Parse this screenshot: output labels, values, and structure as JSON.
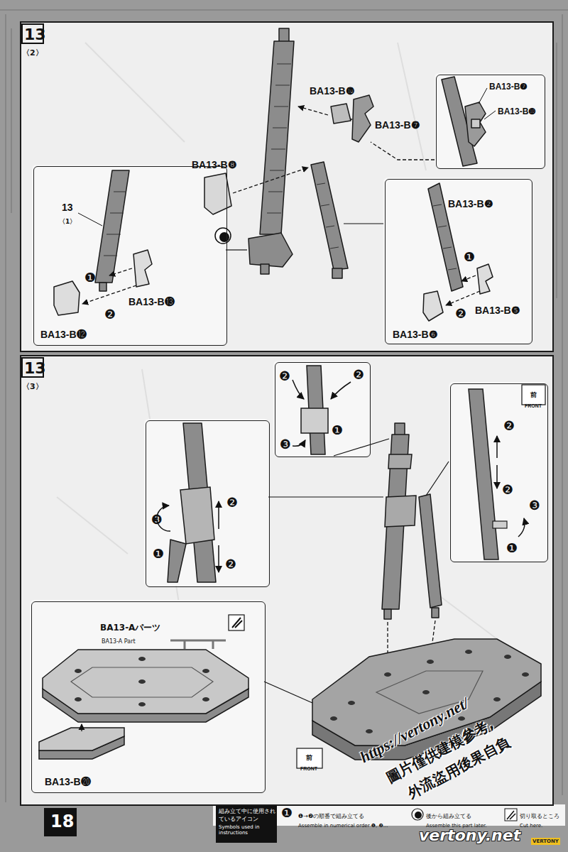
{
  "diagram": {
    "nodes": [
      {
        "text": [
          "13",
          "〈2〉",
          "BA13-B❿",
          "BA13-B❼",
          "BA13-B❽"
        ]
      },
      {
        "text": [
          "13",
          "〈1〉",
          "BA13-B⓭",
          "BA13-B⓬",
          "❶",
          "❷"
        ],
        "in": 0
      },
      {
        "text": [
          "BA13-B❷",
          "BA13-B❺",
          "BA13-B❻",
          "❶",
          "❷"
        ],
        "in": 0
      },
      {
        "text": [
          "BA13-B❼",
          "BA13-B❿"
        ],
        "in": 0
      },
      {
        "text": [
          "13",
          "〈3〉",
          "前",
          "FRONT"
        ]
      },
      {
        "text": [
          "❸",
          "❷",
          "❶",
          "❷"
        ],
        "in": 4
      },
      {
        "text": [
          "❷",
          "❷",
          "❸",
          "❶"
        ],
        "in": 4
      },
      {
        "text": [
          "前",
          "FRONT",
          "❷",
          "❷",
          "❸",
          "❶"
        ],
        "in": 4
      },
      {
        "text": [
          "BA13-Aパーツ",
          "BA13-A Part",
          "BA13-B⓴"
        ],
        "in": 4
      }
    ],
    "labels": [
      "18",
      "組み立て中に使用されているアイコン",
      "Symbols used in instructions",
      "❶",
      "❶→❷の順番で組み立てる",
      "Assemble in numerical order ❶, ❷...",
      "後から組み立てる",
      "Assemble this part later.",
      "切り取るところ",
      "Cut here.",
      "https://vertony.net/",
      "圖片僅供建模參考,",
      "外流盜用後果自負",
      "vertony.net",
      "VERTONY"
    ]
  }
}
